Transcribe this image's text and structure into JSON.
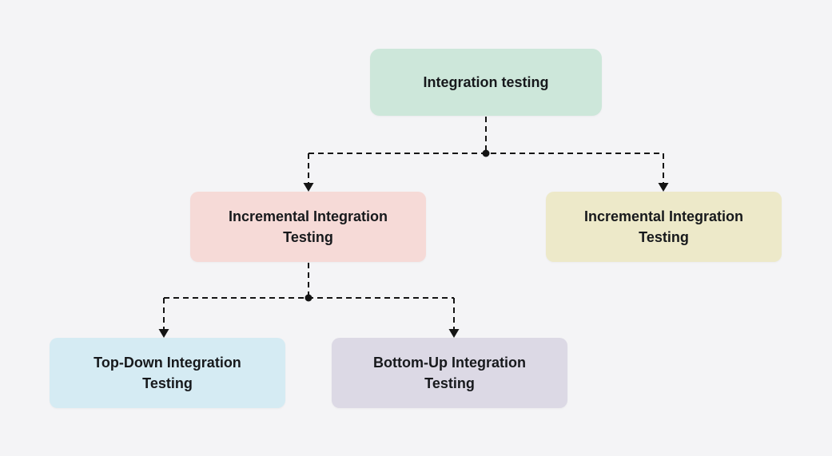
{
  "diagram": {
    "type": "flowchart-hierarchy",
    "nodes": {
      "root": {
        "label": "Integration testing",
        "bg": "#cde7da"
      },
      "inc_left": {
        "label": "Incremental Integration Testing",
        "bg": "#f6dad7"
      },
      "inc_right": {
        "label": "Incremental Integration Testing",
        "bg": "#ede9c9"
      },
      "top_down": {
        "label": "Top-Down Integration Testing",
        "bg": "#d5ebf3"
      },
      "bottom_up": {
        "label": "Bottom-Up Integration Testing",
        "bg": "#dcd9e5"
      }
    },
    "edges": [
      {
        "from": "root",
        "to": "inc_left",
        "style": "dashed-arrow"
      },
      {
        "from": "root",
        "to": "inc_right",
        "style": "dashed-arrow"
      },
      {
        "from": "inc_left",
        "to": "top_down",
        "style": "dashed-arrow"
      },
      {
        "from": "inc_left",
        "to": "bottom_up",
        "style": "dashed-arrow"
      }
    ],
    "colors": {
      "background": "#f4f4f6",
      "line": "#141414",
      "text": "#17191c"
    }
  }
}
